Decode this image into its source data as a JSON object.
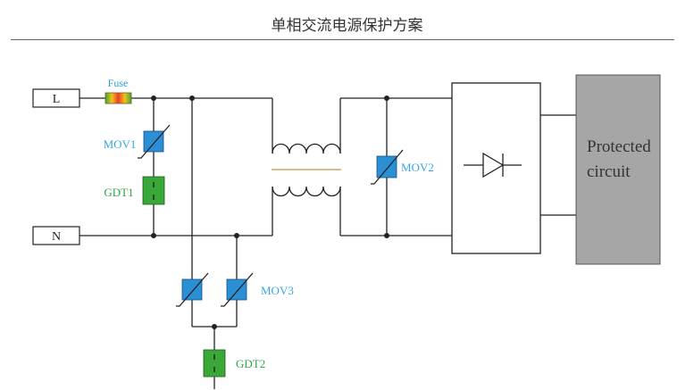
{
  "title": "单相交流电源保护方案",
  "terminals": {
    "line": "L",
    "neutral": "N"
  },
  "components": {
    "fuse": "Fuse",
    "mov1": "MOV1",
    "gdt1": "GDT1",
    "mov2": "MOV2",
    "mov3": "MOV3",
    "gdt2": "GDT2"
  },
  "load": {
    "line1": "Protected",
    "line2": "circuit"
  },
  "colors": {
    "wire": "#222222",
    "mov_fill": "#2b8fd6",
    "gdt_fill": "#3aa839",
    "mov_label": "#3aa6dc",
    "gdt_label": "#2ea84a",
    "load_fill": "#a6a6a6",
    "fuse_label": "#2aa0d8",
    "transformer_gap": "#c8a86a"
  }
}
